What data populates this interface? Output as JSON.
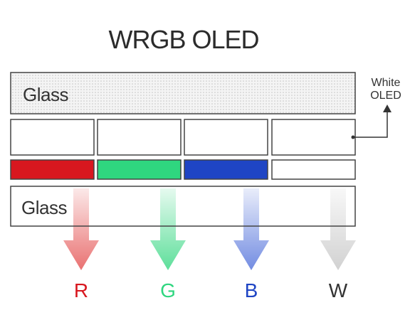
{
  "title": "WRGB OLED",
  "top_glass": {
    "label": "Glass"
  },
  "bottom_glass": {
    "label": "Glass"
  },
  "white_oled": {
    "line1": "White",
    "line2": "OLED"
  },
  "filters": [
    {
      "channel": "red",
      "color": "#d8171f",
      "arrow_color": "#e86a6a"
    },
    {
      "channel": "green",
      "color": "#2fd67f",
      "arrow_color": "#55dd95"
    },
    {
      "channel": "blue",
      "color": "#1f45c4",
      "arrow_color": "#6b86e0"
    },
    {
      "channel": "white",
      "color": "#ffffff",
      "arrow_color": "#cfcfcf"
    }
  ],
  "outputs": [
    {
      "label": "R",
      "color": "#d8171f"
    },
    {
      "label": "G",
      "color": "#2fd67f"
    },
    {
      "label": "B",
      "color": "#1f45c4"
    },
    {
      "label": "W",
      "color": "#333333"
    }
  ]
}
